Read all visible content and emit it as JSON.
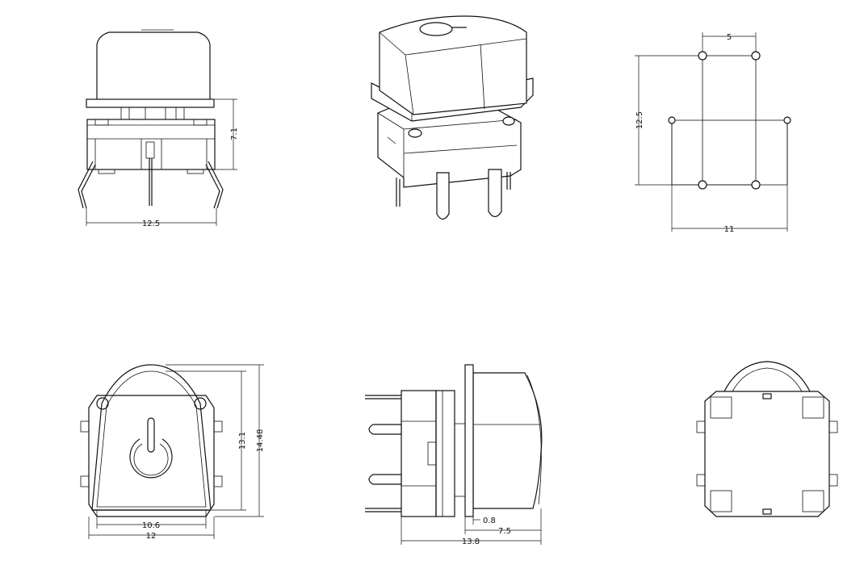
{
  "dimensions": {
    "front_width": "12.5",
    "front_height": "7.1",
    "pcb_hole_spacing_top": "5",
    "pcb_row_pitch": "12.5",
    "pcb_outer_width": "11",
    "cap_height": "13.1",
    "overall_height": "14.48",
    "cap_inner_width": "10.6",
    "cap_outer_width": "12",
    "flange_thickness": "0.8",
    "cap_depth": "7.5",
    "overall_depth": "13.8"
  }
}
